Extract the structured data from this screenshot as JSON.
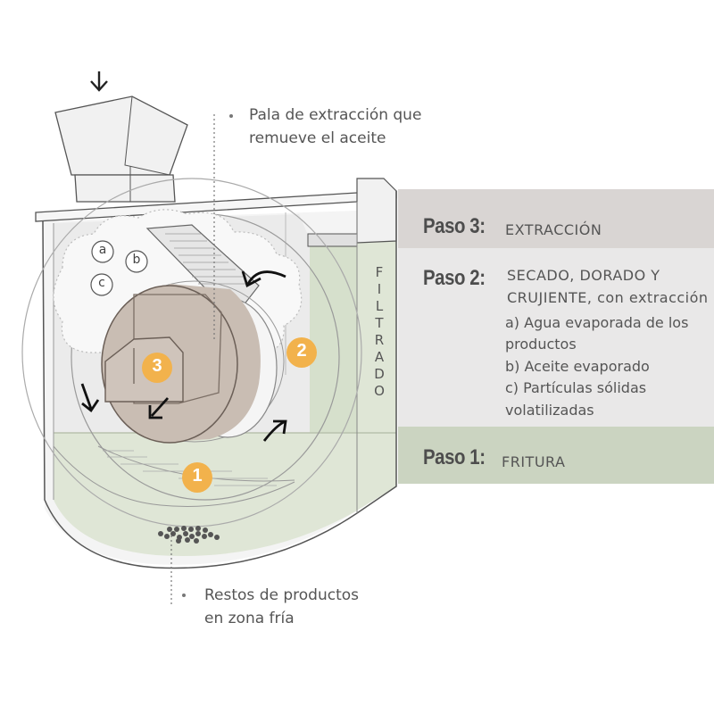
{
  "callouts": {
    "pala_line1": "Pala de extracción que",
    "pala_line2": "remueve el aceite",
    "restos_line1": "Restos de productos",
    "restos_line2": "en zona fría"
  },
  "filter_letters": [
    "F",
    "I",
    "L",
    "T",
    "R",
    "A",
    "D",
    "O"
  ],
  "steps": {
    "paso3": {
      "label": "Paso 3:",
      "title": "EXTRACCIÓN"
    },
    "paso2": {
      "label": "Paso 2:",
      "title_line1": "SECADO, DORADO Y",
      "title_line2": "CRUJIENTE, con extracción",
      "items": [
        "a) Agua evaporada de los",
        "productos",
        "b) Aceite evaporado",
        "c) Partículas sólidas",
        "volatilizadas"
      ]
    },
    "paso1": {
      "label": "Paso 1:",
      "title": "FRITURA"
    }
  },
  "markers": {
    "one": "1",
    "two": "2",
    "three": "3"
  },
  "bubbles": {
    "a": "a",
    "b": "b",
    "c": "c"
  },
  "colors": {
    "band3": "#d9d5d3",
    "band2": "#e9e8e8",
    "band1": "#cbd4c1",
    "oil": "#dfe6d6",
    "drum": "#c9bdb3",
    "marker": "#f2b24c",
    "outline": "#555555"
  }
}
